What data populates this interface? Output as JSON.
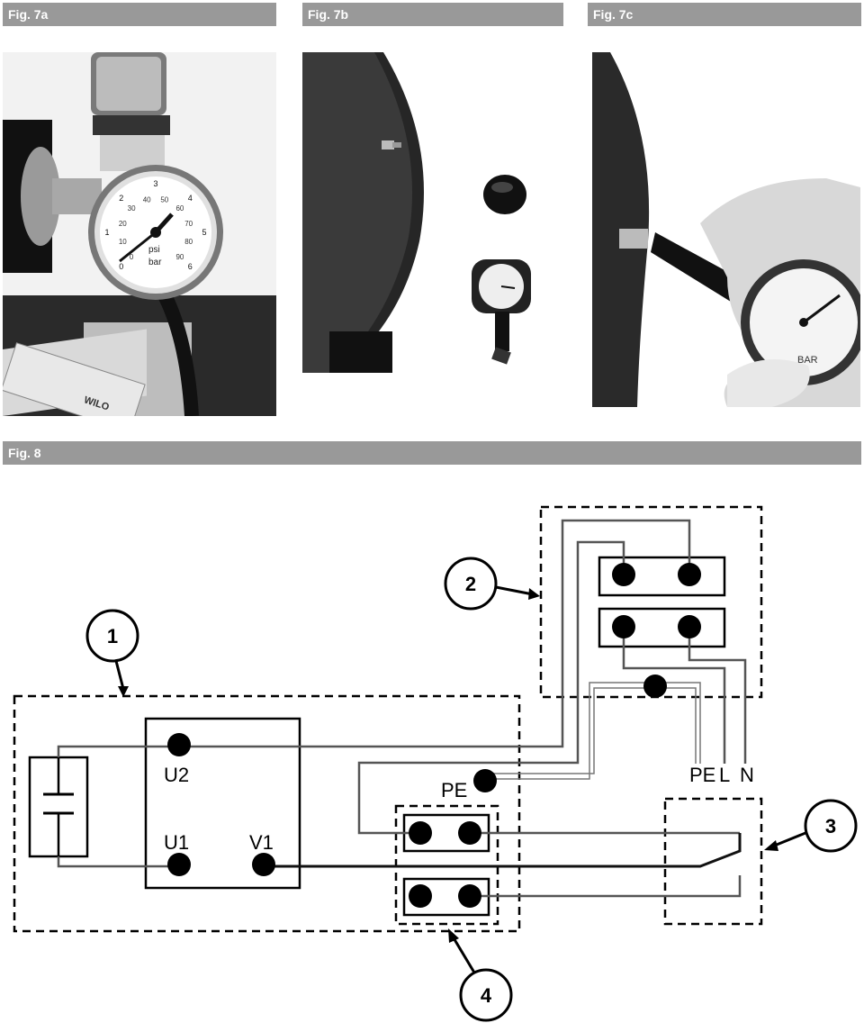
{
  "figures": {
    "fig7a": {
      "title": "Fig. 7a"
    },
    "fig7b": {
      "title": "Fig. 7b"
    },
    "fig7c": {
      "title": "Fig. 7c"
    },
    "fig8": {
      "title": "Fig. 8"
    }
  },
  "photos": {
    "fig7a": {
      "gauge_scale_psi": [
        "0",
        "10",
        "20",
        "30",
        "40",
        "50",
        "60",
        "70",
        "80",
        "90"
      ],
      "gauge_scale_bar": [
        "0",
        "1",
        "2",
        "3",
        "4",
        "5",
        "6"
      ],
      "gauge_unit_psi": "psi",
      "gauge_unit_bar": "bar",
      "brand_text": "WILO"
    },
    "fig7c": {
      "gauge_unit": "BAR"
    }
  },
  "diagram": {
    "terminal_labels": {
      "u2": "U2",
      "u1": "U1",
      "v1": "V1",
      "pe_motor": "PE",
      "pe_supply": "PE",
      "l_supply": "L",
      "n_supply": "N"
    },
    "callouts": [
      "1",
      "2",
      "3",
      "4"
    ]
  }
}
